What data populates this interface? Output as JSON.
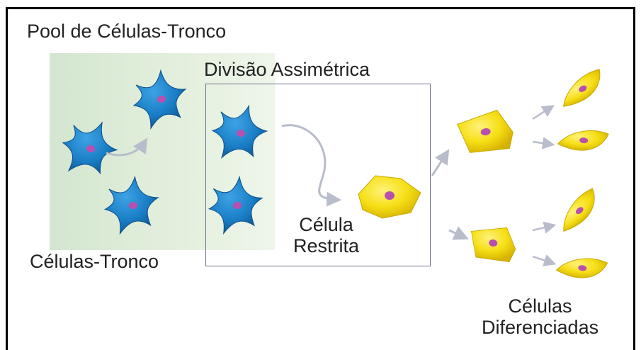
{
  "labels": {
    "pool_title": "Pool  de Células-Tronco",
    "division_title": "Divisão Assimétrica",
    "stem_cells": "Células-Tronco",
    "restricted_cell_line1": "Célula",
    "restricted_cell_line2": "Restrita",
    "differentiated_line1": "Células",
    "differentiated_line2": "Diferenciadas"
  },
  "colors": {
    "stem_cell": "#1a7ec6",
    "stem_cell_dark": "#0c5592",
    "nucleus": "#b94fae",
    "differentiated_cell": "#f6df16",
    "differentiated_cell_dark": "#c9a900",
    "pool_background": "#d6e8d2",
    "arrow": "#b8bccb"
  }
}
